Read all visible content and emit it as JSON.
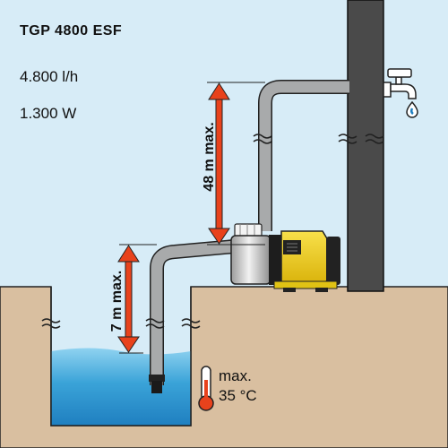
{
  "product": {
    "model": "TGP 4800 ESF",
    "flow_rate": "4.800 l/h",
    "power": "1.300 W"
  },
  "dimensions": {
    "delivery_height": "48 m max.",
    "suction_depth": "7 m max."
  },
  "water_temperature": {
    "line1": "max.",
    "line2": "35 °C"
  },
  "colors": {
    "sky": "#d7ecf7",
    "ground": "#d9bfa0",
    "water": "#3aa3d8",
    "hose": "#a8aaab",
    "post": "#4a4a4a",
    "pump_yellow": "#f3d21c",
    "arrow_red": "#e8421c"
  }
}
